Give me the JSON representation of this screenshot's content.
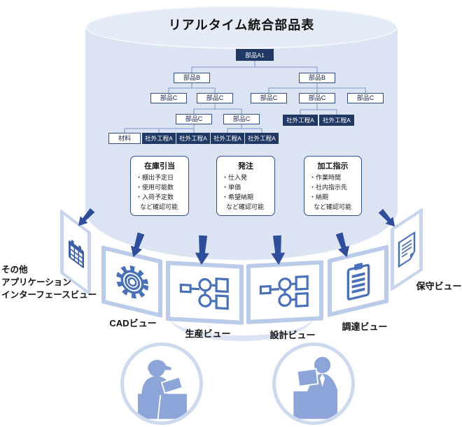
{
  "diagram_title": "リアルタイム統合部品表",
  "tree": {
    "nodes": [
      {
        "label": "部品A1",
        "variant": "dark"
      },
      {
        "label": "部品B",
        "variant": "light"
      },
      {
        "label": "部品B",
        "variant": "light"
      },
      {
        "label": "部品C",
        "variant": "light"
      },
      {
        "label": "部品C",
        "variant": "light"
      },
      {
        "label": "部品C",
        "variant": "light"
      },
      {
        "label": "部品C",
        "variant": "light"
      },
      {
        "label": "部品C",
        "variant": "light"
      },
      {
        "label": "部品C",
        "variant": "light"
      },
      {
        "label": "部品C",
        "variant": "light"
      },
      {
        "label": "社外工程A",
        "variant": "dark"
      },
      {
        "label": "社外工程A",
        "variant": "dark"
      },
      {
        "label": "材料",
        "variant": "light"
      },
      {
        "label": "社外工程A",
        "variant": "dark"
      },
      {
        "label": "社外工程A",
        "variant": "dark"
      },
      {
        "label": "社外工程A",
        "variant": "dark"
      },
      {
        "label": "社外工程A",
        "variant": "dark"
      }
    ]
  },
  "info_boxes": [
    {
      "title": "在庫引当",
      "items": [
        "・棚出予定日",
        "・使用可能数",
        "・入荷予定数"
      ],
      "footer": "など確認可能"
    },
    {
      "title": "発注",
      "items": [
        "・仕入発",
        "・単価",
        "・希望納期"
      ],
      "footer": "など確認可能"
    },
    {
      "title": "加工指示",
      "items": [
        "・作業時間",
        "・社内指示先",
        "・納期"
      ],
      "footer": "など確認可能"
    }
  ],
  "views": [
    {
      "label": "CADビュー",
      "icon": "gear-icon"
    },
    {
      "label": "生産ビュー",
      "icon": "workflow-icon"
    },
    {
      "label": "設計ビュー",
      "icon": "workflow-icon"
    },
    {
      "label": "調達ビュー",
      "icon": "clipboard-icon"
    },
    {
      "label": "保守ビュー",
      "icon": "document-icon"
    }
  ],
  "other_view": {
    "icon": "calendar-icon",
    "lines": [
      "その他",
      "アプリケーション",
      "インターフェースビュー"
    ]
  },
  "colors": {
    "navy": "#203864",
    "box-border": "#2e4d8f",
    "line": "#8fa7d2",
    "cyl": "#dce3f3",
    "cyl-top": "#e4eaf6",
    "panel-border": "#b9cbe8",
    "icon-blue": "#4a71b8",
    "arrow": "#2e4d9b",
    "person": "#8ca4d7",
    "ring": "#cdd9ec"
  }
}
